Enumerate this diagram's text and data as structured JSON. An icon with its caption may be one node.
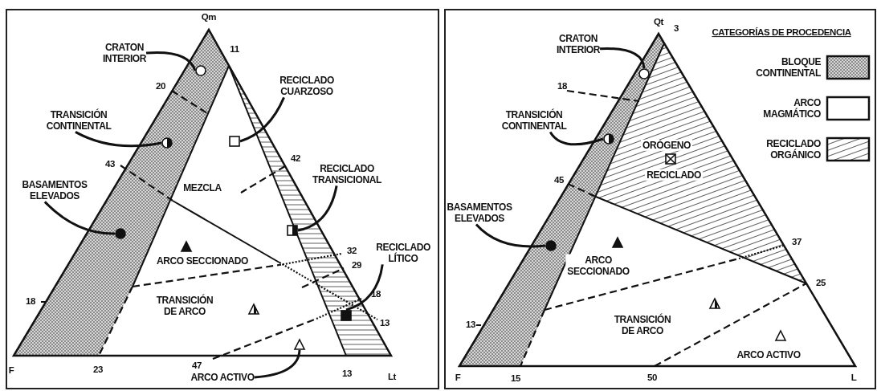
{
  "diagram": {
    "nodes": [
      {
        "text": [
          "CRATON INTERIOR"
        ]
      },
      {
        "text": [],
        "shape": "circle"
      },
      {
        "text": [
          "RECICLADO CUARZOSO"
        ]
      },
      {
        "text": [],
        "shape": "box"
      },
      {
        "text": [
          "TRANSICIÓN CONTINENTAL"
        ]
      },
      {
        "text": [],
        "shape": "circle"
      },
      {
        "text": [
          "RECICLADO TRANSICIONAL"
        ]
      },
      {
        "text": [],
        "shape": "box"
      },
      {
        "text": [
          "BASAMENTOS ELEVADOS"
        ]
      },
      {
        "text": [],
        "shape": "circle"
      },
      {
        "text": [
          "RECICLADO LÍTICO"
        ]
      },
      {
        "text": [],
        "shape": "box"
      },
      {
        "text": [
          "ARCO ACTIVO"
        ]
      },
      {
        "text": [],
        "shape": "triangle"
      },
      {
        "text": [
          "CRATON INTERIOR"
        ]
      },
      {
        "text": [],
        "shape": "circle"
      },
      {
        "text": [
          "TRANSICIÓN CONTINENTAL"
        ]
      },
      {
        "text": [],
        "shape": "circle"
      },
      {
        "text": [
          "BASAMENTOS ELEVADOS"
        ]
      },
      {
        "text": [],
        "shape": "circle"
      }
    ],
    "edges": [
      {
        "from": 0,
        "to": 1,
        "arrow": "none"
      },
      {
        "from": 2,
        "to": 3,
        "arrow": "none"
      },
      {
        "from": 4,
        "to": 5,
        "arrow": "none"
      },
      {
        "from": 6,
        "to": 7,
        "arrow": "none"
      },
      {
        "from": 8,
        "to": 9,
        "arrow": "none"
      },
      {
        "from": 10,
        "to": 11,
        "arrow": "none"
      },
      {
        "from": 12,
        "to": 13,
        "arrow": "none"
      },
      {
        "from": 14,
        "to": 15,
        "arrow": "none"
      },
      {
        "from": 16,
        "to": 17,
        "arrow": "none"
      },
      {
        "from": 18,
        "to": 19,
        "arrow": "none"
      }
    ],
    "labels": [
      "Qm",
      "11",
      "20",
      "42",
      "43",
      "MEZCLA",
      "ARCO SECCIONADO",
      "32",
      "29",
      "18",
      "TRANSICIÓN DE ARCO",
      "13",
      "18",
      "F",
      "23",
      "47",
      "13",
      "Lt",
      "Qt",
      "3",
      "CATEGORÍAS DE PROCEDENCIA",
      "18",
      "ORÓGENO",
      "RECICLADO",
      "45",
      "37",
      "ARCO SECCIONADO",
      "25",
      "TRANSICIÓN DE ARCO",
      "13",
      "ARCO ACTIVO",
      "F",
      "15",
      "50",
      "L"
    ],
    "legend": [
      {
        "text": "BLOQUE CONTINENTAL"
      },
      {
        "text": "ARCO MAGMÁTICO"
      },
      {
        "text": "RECICLADO ORGÁNICO"
      }
    ]
  }
}
